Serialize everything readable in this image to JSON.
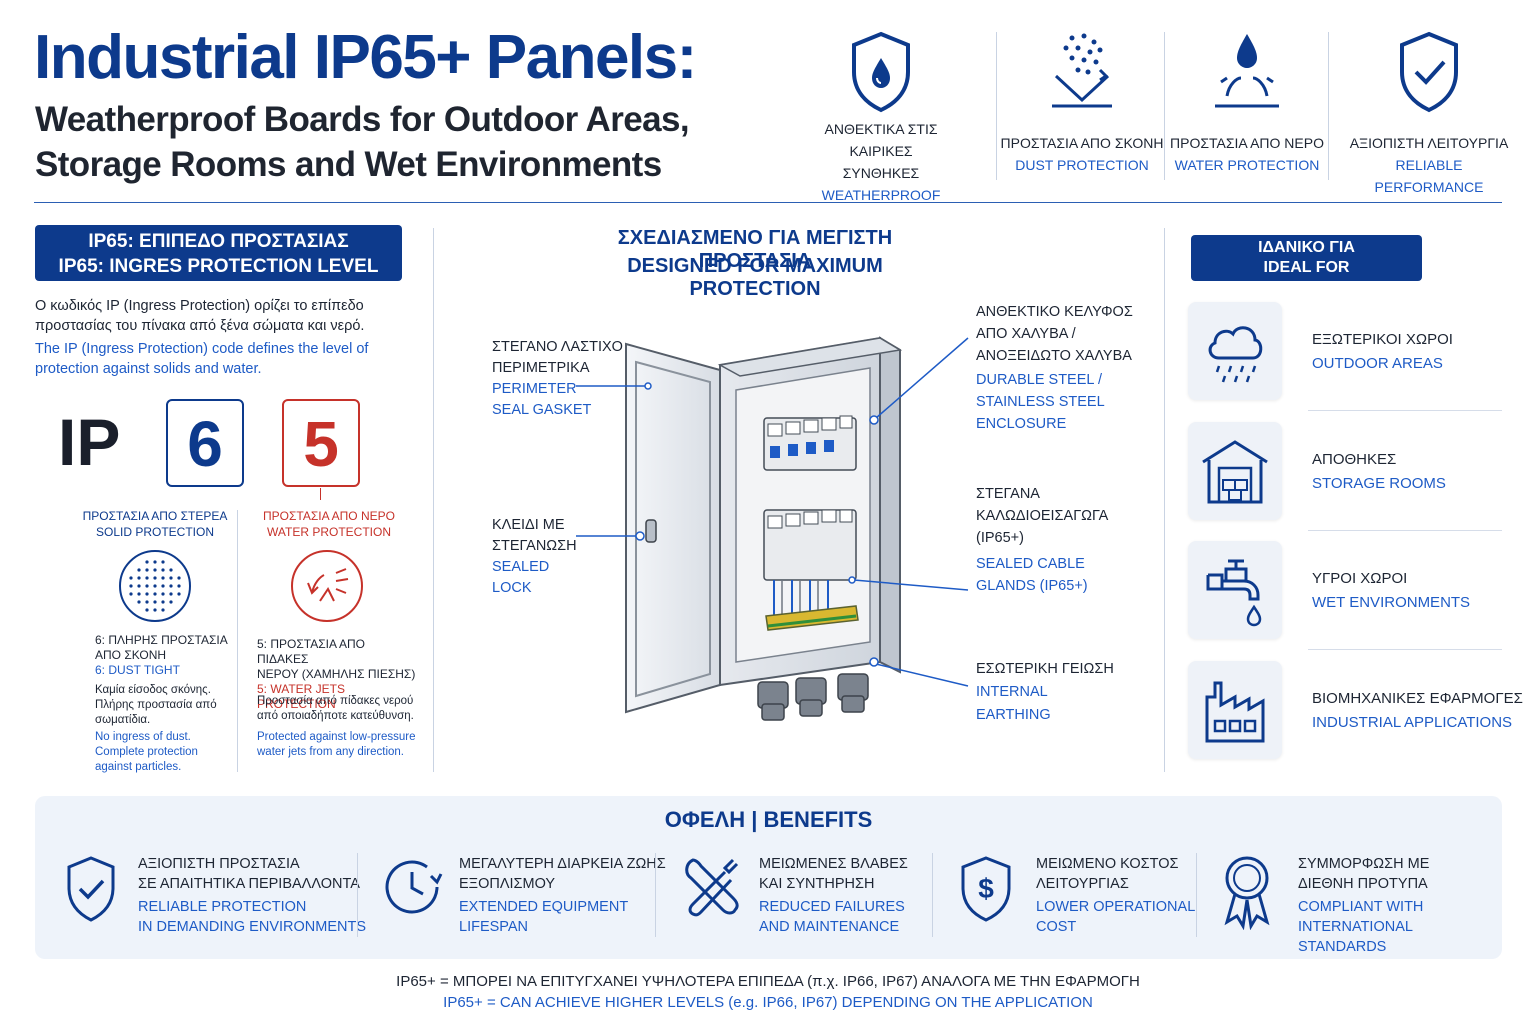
{
  "header": {
    "title": "Industrial IP65+ Panels:",
    "subtitle_line1": "Weatherproof Boards for Outdoor Areas,",
    "subtitle_line2": "Storage Rooms and Wet Environments"
  },
  "features": [
    {
      "icon": "shield-drop-icon",
      "gr1": "ΑΝΘΕΚΤΙΚΑ ΣΤΙΣ ΚΑΙΡΙΚΕΣ",
      "gr2": "ΣΥΝΘΗΚΕΣ",
      "en": "WEATHERPROOF"
    },
    {
      "icon": "dust-particles-icon",
      "gr1": "ΠΡΟΣΤΑΣΙΑ ΑΠΟ ΣΚΟΝΗ",
      "gr2": "",
      "en": "DUST PROTECTION"
    },
    {
      "icon": "water-drop-icon",
      "gr1": "ΠΡΟΣΤΑΣΙΑ ΑΠΟ ΝΕΡΟ",
      "gr2": "",
      "en": "WATER PROTECTION"
    },
    {
      "icon": "shield-check-icon",
      "gr1": "ΑΞΙΟΠΙΣΤΗ ΛΕΙΤΟΥΡΓΙΑ",
      "gr2": "",
      "en": "RELIABLE PERFORMANCE"
    }
  ],
  "ip_section": {
    "pill_gr": "IP65: ΕΠΙΠΕΔΟ ΠΡΟΣΤΑΣΙΑΣ",
    "pill_en": "IP65: INGRES PROTECTION LEVEL",
    "desc_gr": "Ο κωδικός IP (Ingress Protection) ορίζει το επίπεδο προστασίας του πίνακα από ξένα σώματα και νερό.",
    "desc_en": "The IP (Ingress Protection) code defines the level of protection against solids and water.",
    "ip_label": "IP",
    "digit1": "6",
    "digit2": "5",
    "solid": {
      "title_gr": "ΠΡΟΣΤΑΣΙΑ ΑΠΟ ΣΤΕΡΕΑ",
      "title_en": "SOLID PROTECTION",
      "level_gr1": "6: ΠΛΗΡΗΣ ΠΡΟΣΤΑΣΙΑ",
      "level_gr2": "ΑΠΟ ΣΚΟΝΗ",
      "level_en": "6: DUST TIGHT",
      "detail_gr": "Καμία είσοδος σκόνης. Πλήρης προστασία από σωματίδια.",
      "detail_en": "No ingress of dust. Complete protection against particles."
    },
    "water": {
      "title_gr": "ΠΡΟΣΤΑΣΙΑ ΑΠΟ ΝΕΡΟ",
      "title_en": "WATER PROTECTION",
      "level_gr1": "5: ΠΡΟΣΤΑΣΙΑ ΑΠΟ ΠΙΔΑΚΕΣ",
      "level_gr2": "ΝΕΡΟΥ (ΧΑΜΗΛΗΣ ΠΙΕΣΗΣ)",
      "level_en": "5: WATER JETS PROTECTION",
      "detail_gr": "Προστασία από πίδακες νερού από οποιαδήποτε κατεύθυνση.",
      "detail_en": "Protected against low-pressure water jets from any direction."
    }
  },
  "design": {
    "title_gr": "ΣΧΕΔΙΑΣΜΕΝΟ ΓΙΑ ΜΕΓΙΣΤΗ ΠΡΟΣΤΑΣΙΑ",
    "title_en": "DESIGNED FOR MAXIMUM PROTECTION",
    "callouts": {
      "gasket": {
        "gr": [
          "ΣΤΕΓΑΝΟ ΛΑΣΤΙΧΟ",
          "ΠΕΡΙΜΕΤΡΙΚΑ"
        ],
        "en": [
          "PERIMETER",
          "SEAL GASKET"
        ]
      },
      "lock": {
        "gr": [
          "ΚΛΕΙΔΙ ΜΕ",
          "ΣΤΕΓΑΝΩΣΗ"
        ],
        "en": [
          "SEALED",
          "LOCK"
        ]
      },
      "enclosure": {
        "gr": [
          "ΑΝΘΕΚΤΙΚΟ ΚΕΛΥΦΟΣ",
          "ΑΠΟ ΧΑΛΥΒΑ /",
          "ΑΝΟΞΕΙΔΩΤΟ ΧΑΛΥΒΑ"
        ],
        "en": [
          "DURABLE STEEL /",
          "STAINLESS STEEL",
          "ENCLOSURE"
        ]
      },
      "glands": {
        "gr": [
          "ΣΤΕΓΑΝΑ",
          "ΚΑΛΩΔΙΟΕΙΣΑΓΩΓΑ",
          "(IP65+)"
        ],
        "en": [
          "SEALED CABLE",
          "GLANDS (IP65+)"
        ]
      },
      "earthing": {
        "gr": [
          "ΕΣΩΤΕΡΙΚΗ ΓΕΙΩΣΗ"
        ],
        "en": [
          "INTERNAL",
          "EARTHING"
        ]
      }
    }
  },
  "ideal": {
    "pill_gr": "ΙΔΑΝΙΚΟ ΓΙΑ",
    "pill_en": "IDEAL FOR",
    "items": [
      {
        "icon": "rain-cloud-icon",
        "gr": "ΕΞΩΤΕΡΙΚΟΙ ΧΩΡΟΙ",
        "en": "OUTDOOR AREAS"
      },
      {
        "icon": "warehouse-icon",
        "gr": "ΑΠΟΘΗΚΕΣ",
        "en": "STORAGE ROOMS"
      },
      {
        "icon": "faucet-icon",
        "gr": "ΥΓΡΟΙ ΧΩΡΟΙ",
        "en": "WET ENVIRONMENTS"
      },
      {
        "icon": "factory-icon",
        "gr": "ΒΙΟΜΗΧΑΝΙΚΕΣ ΕΦΑΡΜΟΓΕΣ",
        "en": "INDUSTRIAL APPLICATIONS"
      }
    ]
  },
  "benefits": {
    "title": "ΟΦΕΛΗ  |  BENEFITS",
    "items": [
      {
        "icon": "shield-check-icon",
        "gr1": "ΑΞΙΟΠΙΣΤΗ ΠΡΟΣΤΑΣΙΑ",
        "gr2": "ΣΕ ΑΠΑΙΤΗΤΙΚΑ ΠΕΡΙΒΑΛΛΟΝΤΑ",
        "en1": "RELIABLE PROTECTION",
        "en2": "IN DEMANDING ENVIRONMENTS"
      },
      {
        "icon": "clock-icon",
        "gr1": "ΜΕΓΑΛΥΤΕΡΗ ΔΙΑΡΚΕΙΑ ΖΩΗΣ",
        "gr2": "ΕΞΟΠΛΙΣΜΟΥ",
        "en1": "EXTENDED EQUIPMENT",
        "en2": "LIFESPAN"
      },
      {
        "icon": "tools-icon",
        "gr1": "ΜΕΙΩΜΕΝΕΣ ΒΛΑΒΕΣ",
        "gr2": "ΚΑΙ ΣΥΝΤΗΡΗΣΗ",
        "en1": "REDUCED FAILURES",
        "en2": "AND MAINTENANCE"
      },
      {
        "icon": "dollar-shield-icon",
        "gr1": "ΜΕΙΩΜΕΝΟ ΚΟΣΤΟΣ",
        "gr2": "ΛΕΙΤΟΥΡΓΙΑΣ",
        "en1": "LOWER OPERATIONAL",
        "en2": "COST"
      },
      {
        "icon": "award-ribbon-icon",
        "gr1": "ΣΥΜΜΟΡΦΩΣΗ ΜΕ",
        "gr2": "ΔΙΕΘΝΗ ΠΡΟΤΥΠΑ",
        "en1": "COMPLIANT WITH",
        "en2": "INTERNATIONAL STANDARDS"
      }
    ]
  },
  "footer": {
    "gr": "IP65+ = ΜΠΟΡΕΙ ΝΑ ΕΠΙΤΥΓΧΑΝΕΙ ΥΨΗΛΟΤΕΡΑ ΕΠΙΠΕΔΑ (π.χ. IP66, IP67) ΑΝΑΛΟΓΑ ΜΕ ΤΗΝ ΕΦΑΡΜΟΓΗ",
    "en": "IP65+ = CAN ACHIEVE HIGHER LEVELS (e.g. IP66, IP67) DEPENDING ON THE APPLICATION"
  },
  "colors": {
    "navy": "#0d3a8c",
    "blue": "#1e5bc6",
    "red": "#c6322a",
    "light_bg": "#eef3fa"
  }
}
